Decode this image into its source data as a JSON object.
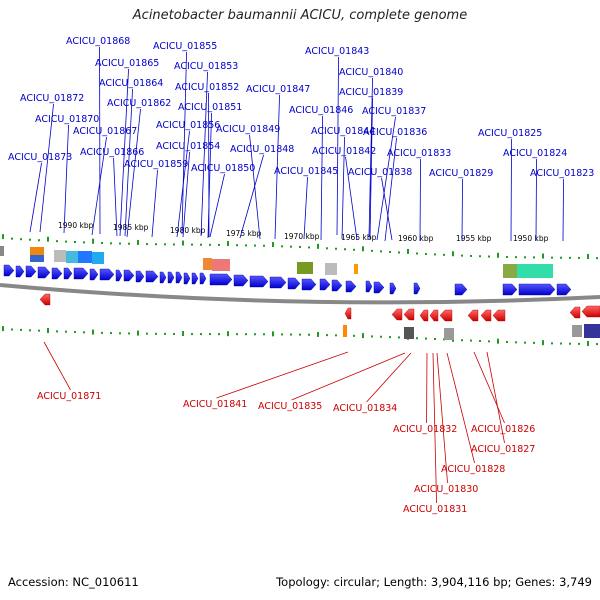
{
  "title": "Acinetobacter baumannii ACICU, complete genome",
  "footer": {
    "accession": "Accession: NC_010611",
    "topology": "Topology: circular; Length: 3,904,116 bp; Genes: 3,749"
  },
  "colors": {
    "forward_gene": "#0000ee",
    "reverse_gene": "#ee0000",
    "label_forward": "#0000cc",
    "label_reverse": "#cc0000",
    "tick": "#229922",
    "backbone": "#888888"
  },
  "ticks": [
    "1990 kbp",
    "1985 kbp",
    "1980 kbp",
    "1975 kbp",
    "1970 kbp",
    "1965 kbp",
    "1960 kbp",
    "1955 kbp",
    "1950 kbp"
  ],
  "forward_labels": [
    "ACICU_01868",
    "ACICU_01855",
    "ACICU_01843",
    "ACICU_01865",
    "ACICU_01853",
    "ACICU_01840",
    "ACICU_01864",
    "ACICU_01852",
    "ACICU_01847",
    "ACICU_01839",
    "ACICU_01872",
    "ACICU_01862",
    "ACICU_01851",
    "ACICU_01846",
    "ACICU_01837",
    "ACICU_01870",
    "ACICU_01856",
    "ACICU_01849",
    "ACICU_01844",
    "ACICU_01836",
    "ACICU_01825",
    "ACICU_01867",
    "ACICU_01854",
    "ACICU_01848",
    "ACICU_01842",
    "ACICU_01833",
    "ACICU_01824",
    "ACICU_01873",
    "ACICU_01866",
    "ACICU_01859",
    "ACICU_01850",
    "ACICU_01845",
    "ACICU_01838",
    "ACICU_01829",
    "ACICU_01823"
  ],
  "reverse_labels": [
    "ACICU_01871",
    "ACICU_01841",
    "ACICU_01835",
    "ACICU_01834",
    "ACICU_01832",
    "ACICU_01826",
    "ACICU_01827",
    "ACICU_01828",
    "ACICU_01830",
    "ACICU_01831"
  ]
}
